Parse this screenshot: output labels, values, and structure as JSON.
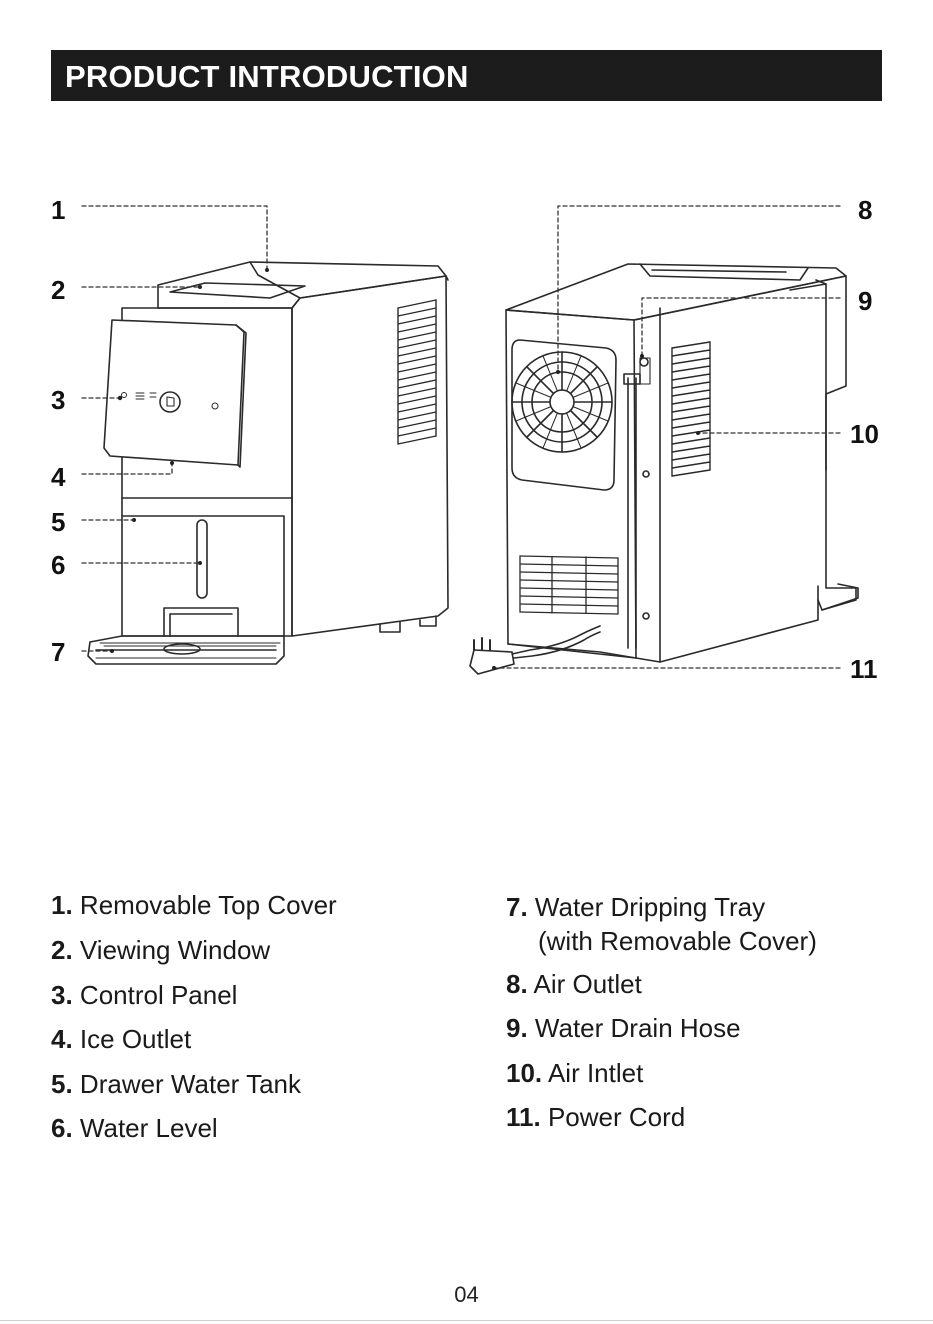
{
  "header": {
    "title": "PRODUCT INTRODUCTION"
  },
  "callouts": {
    "c1": "1",
    "c2": "2",
    "c3": "3",
    "c4": "4",
    "c5": "5",
    "c6": "6",
    "c7": "7",
    "c8": "8",
    "c9": "9",
    "c10": "10",
    "c11": "11"
  },
  "parts_left": [
    {
      "num": "1.",
      "label": "Removable Top Cover"
    },
    {
      "num": "2.",
      "label": "Viewing Window"
    },
    {
      "num": "3.",
      "label": "Control Panel"
    },
    {
      "num": "4.",
      "label": "Ice Outlet"
    },
    {
      "num": "5.",
      "label": "Drawer Water Tank"
    },
    {
      "num": "6.",
      "label": "Water Level"
    }
  ],
  "parts_right": [
    {
      "num": "7.",
      "label": "Water Dripping Tray",
      "label_cont": "(with Removable Cover)"
    },
    {
      "num": "8.",
      "label": "Air Outlet"
    },
    {
      "num": "9.",
      "label": "Water Drain Hose"
    },
    {
      "num": "10.",
      "label": "Air Intlet"
    },
    {
      "num": "11.",
      "label": "Power Cord"
    }
  ],
  "footer": {
    "page_number": "04"
  },
  "colors": {
    "header_bg": "#1c1c1c",
    "header_text": "#ffffff",
    "line_art": "#2a2a2a"
  },
  "icons": [
    "ice-maker-front-illustration",
    "ice-maker-back-illustration",
    "fan-grille",
    "power-plug"
  ]
}
